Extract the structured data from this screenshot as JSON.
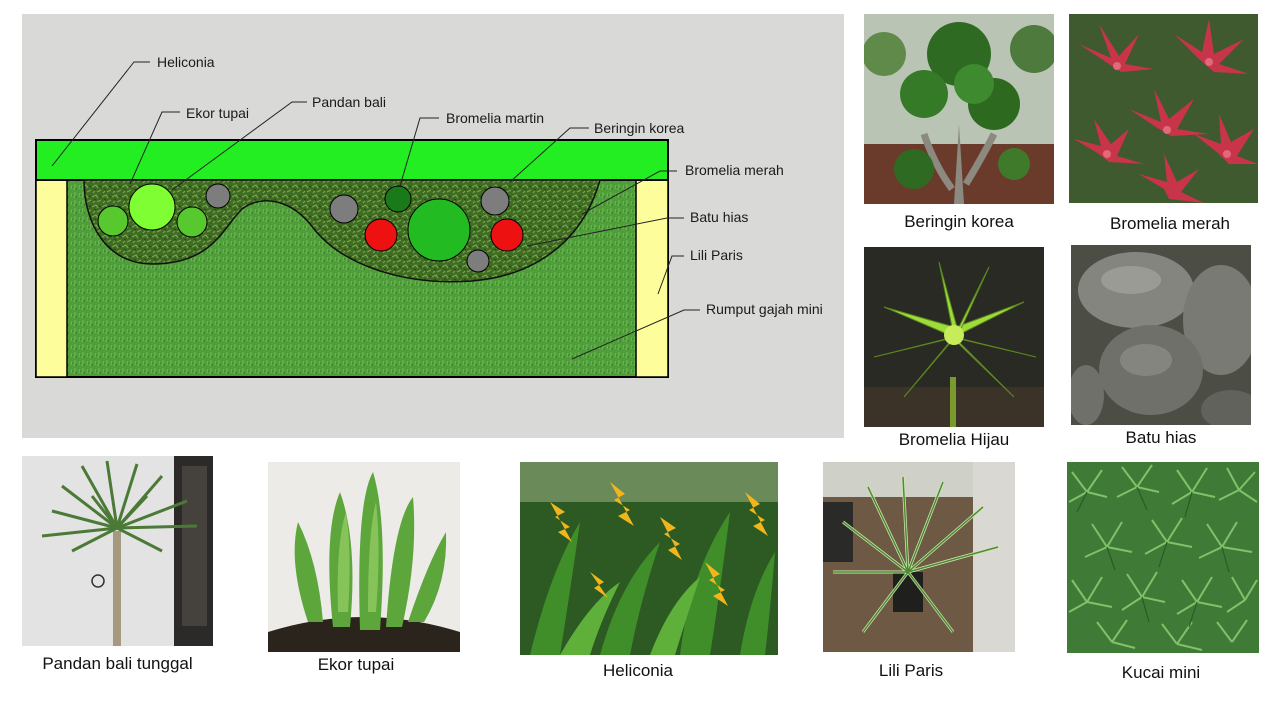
{
  "plan": {
    "labels": {
      "heliconia": "Heliconia",
      "ekor_tupai": "Ekor tupai",
      "pandan_bali": "Pandan bali",
      "bromelia_martin": "Bromelia martin",
      "beringin_korea": "Beringin korea",
      "bromelia_merah": "Bromelia merah",
      "batu_hias": "Batu hias",
      "lili_paris": "Lili Paris",
      "rumput_gajah_mini": "Rumput gajah mini"
    },
    "colors": {
      "background": "#d9d9d7",
      "top_strip": "#22ee22",
      "side_strip": "#fdfd9c",
      "grass": "#4a9a3a",
      "bed": "#3e6b22",
      "red_plant": "#ee1111",
      "stone": "#7d7d7d"
    }
  },
  "photos": [
    {
      "caption": "Beringin korea",
      "icon": "bonsai-tree"
    },
    {
      "caption": "Bromelia merah",
      "icon": "red-bromeliad"
    },
    {
      "caption": "Bromelia Hijau",
      "icon": "green-bromeliad"
    },
    {
      "caption": "Batu hias",
      "icon": "decorative-stones"
    },
    {
      "caption": "Pandan bali tunggal",
      "icon": "pandan-plant"
    },
    {
      "caption": "Ekor tupai",
      "icon": "foxtail-fern"
    },
    {
      "caption": "Heliconia",
      "icon": "heliconia-flowers"
    },
    {
      "caption": "Lili Paris",
      "icon": "spider-plant"
    },
    {
      "caption": "Kucai mini",
      "icon": "mondo-grass"
    }
  ]
}
